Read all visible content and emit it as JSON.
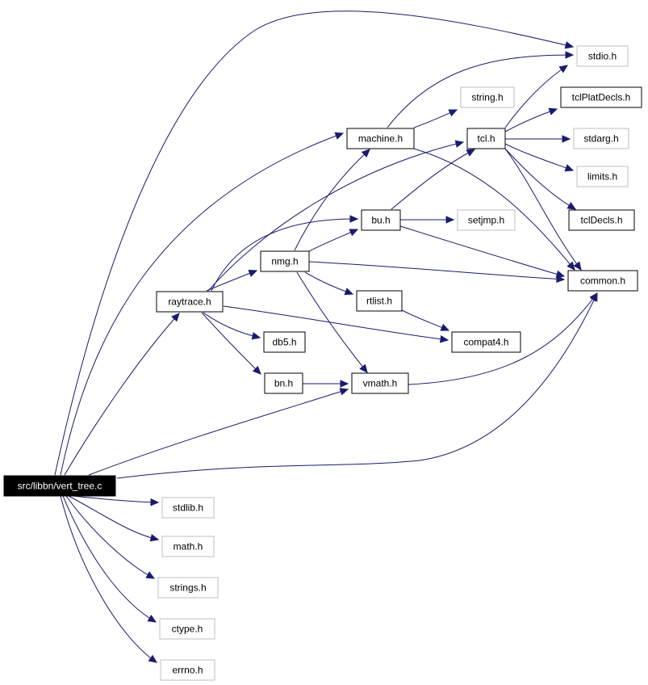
{
  "graph": {
    "nodes": {
      "root": "src/libbn/vert_tree.c",
      "stdio": "stdio.h",
      "string": "string.h",
      "tclplat": "tclPlatDecls.h",
      "machine": "machine.h",
      "tcl": "tcl.h",
      "stdarg": "stdarg.h",
      "limits": "limits.h",
      "bu": "bu.h",
      "setjmp": "setjmp.h",
      "tcldecls": "tclDecls.h",
      "nmg": "nmg.h",
      "common": "common.h",
      "raytrace": "raytrace.h",
      "rtlist": "rtlist.h",
      "db5": "db5.h",
      "compat4": "compat4.h",
      "bn": "bn.h",
      "vmath": "vmath.h",
      "stdlib": "stdlib.h",
      "math": "math.h",
      "strings": "strings.h",
      "ctype": "ctype.h",
      "errno": "errno.h"
    }
  },
  "colors": {
    "edge": "#1a1a6e",
    "node_border": "#000000",
    "external_border": "#bfbfbf",
    "root_fill": "#000000"
  }
}
